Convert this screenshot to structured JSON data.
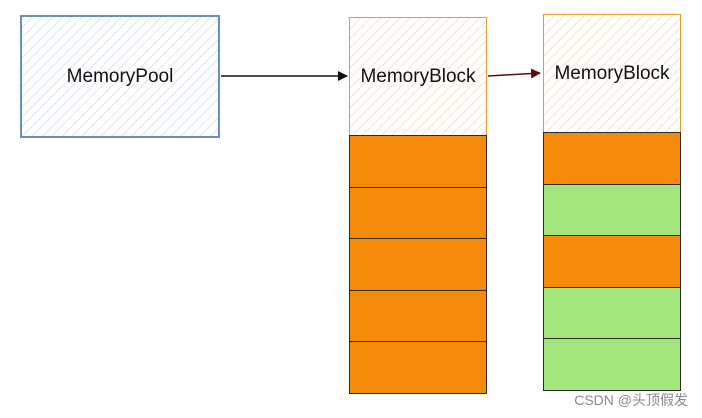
{
  "diagram": {
    "pool": {
      "label": "MemoryPool"
    },
    "blocks": [
      {
        "label": "MemoryBlock",
        "cells": [
          "used",
          "used",
          "used",
          "used",
          "used"
        ]
      },
      {
        "label": "MemoryBlock",
        "cells": [
          "used",
          "free",
          "used",
          "free",
          "free"
        ]
      }
    ],
    "colors": {
      "pool_border": "#6c8ebf",
      "block_header_border": "#e69a2e",
      "used_cell": "#f5890a",
      "free_cell": "#a3e77c",
      "arrow_pool_to_block": "#111111",
      "arrow_block_to_block": "#5a0f0f"
    }
  },
  "watermark": "CSDN @头顶假发"
}
